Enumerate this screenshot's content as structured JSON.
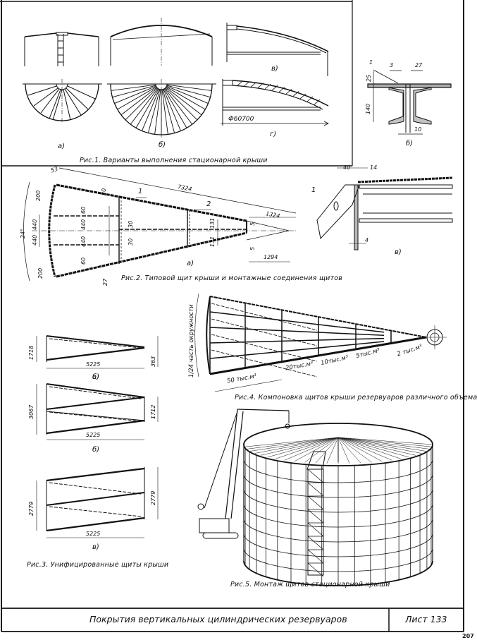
{
  "sheet": {
    "title": "Покрытия вертикальных цилиндрических резервуаров",
    "sheet_label": "Лист 133",
    "page_number": "207"
  },
  "fig1": {
    "caption": "Рис.1. Варианты выполнения стационарной крыши",
    "parts": [
      "а)",
      "б)",
      "в)",
      "г)"
    ],
    "diameter": "Ф60700"
  },
  "fig1b": {
    "part": "б)",
    "callout": "1",
    "dims": {
      "d3": "3",
      "d27": "27",
      "d25": "25",
      "d140": "140",
      "d10": "10"
    }
  },
  "fig2": {
    "caption": "Рис.2. Типовой щит крыши и монтажные соединения щитов",
    "part_a": "а)",
    "part_v": "в)",
    "callouts": [
      "1",
      "2"
    ],
    "dims": {
      "d53": "53",
      "d7324": "7324",
      "d200_top": "200",
      "d200_bot": "200",
      "d20": "20",
      "d27": "27",
      "angle": "24°",
      "d440a": "440",
      "d440b": "440",
      "d440c": "440",
      "d440d": "440",
      "d60a": "60",
      "d60b": "60",
      "d30a": "30",
      "d30b": "30",
      "d131a": "131",
      "d131b": "131",
      "d1324": "1324",
      "d1294": "1294",
      "d5a": "5",
      "d5b": "5"
    },
    "detail_v": {
      "callout": "1",
      "d40": "40",
      "d14": "14",
      "d4": "4"
    }
  },
  "fig3": {
    "caption": "Рис.3. Унифицированные щиты крыши",
    "panels": [
      {
        "part": "а)",
        "width": "5225",
        "left_h": "1718",
        "right_h": "363"
      },
      {
        "part": "б)",
        "width": "5225",
        "left_h": "3067",
        "right_h": "1712"
      },
      {
        "part": "в)",
        "width": "5225",
        "left_h": "2779",
        "right_h": "2779"
      }
    ]
  },
  "fig4": {
    "caption": "Рис.4. Компоновка щитов крыши резервуаров различного объема",
    "side_label": "1/24 часть окружности",
    "volumes": [
      "50 тыс.м³",
      "20тыс.м³",
      "10тыс.м³",
      "5тыс.м³",
      "2 тыс.м³"
    ]
  },
  "fig5": {
    "caption": "Рис.5. Монтаж щитов стационарной крыши"
  }
}
